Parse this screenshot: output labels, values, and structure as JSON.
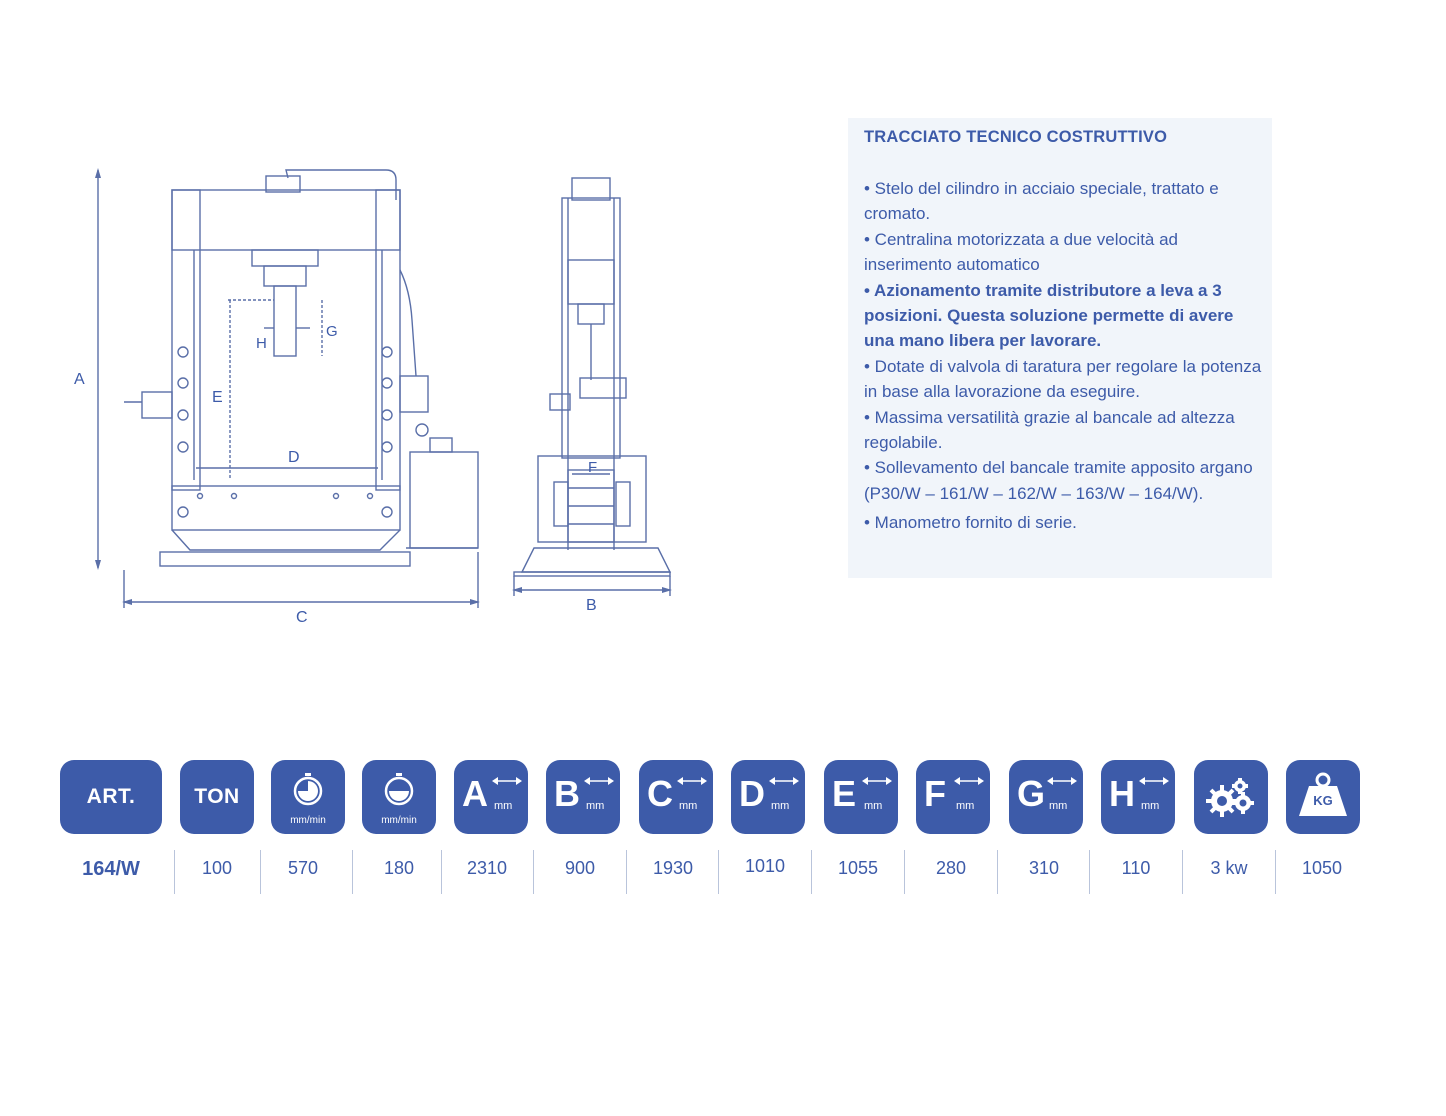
{
  "drawing": {
    "labels": {
      "A": "A",
      "B": "B",
      "C": "C",
      "D": "D",
      "E": "E",
      "F": "F",
      "G": "G",
      "H": "H"
    }
  },
  "spec": {
    "title": "TRACCIATO TECNICO COSTRUTTIVO",
    "items": [
      "• Stelo del cilindro in acciaio speciale, trattato e cromato.",
      "• Centralina motorizzata a due velocità ad inserimento automatico",
      "• Azionamento tramite distributore a leva a 3 posizioni. Questa soluzione permette di avere una mano libera per lavorare.",
      "• Dotate di valvola di taratura per regolare la potenza in base alla lavorazione da eseguire.",
      "• Massima versatilità grazie al bancale ad altezza regolabile.",
      "• Sollevamento del bancale tramite apposito argano (P30/W – 161/W – 162/W – 163/W – 164/W).",
      "• Manometro fornito di serie."
    ]
  },
  "table": {
    "headers": {
      "art": "ART.",
      "ton": "TON",
      "speed_unit": "mm/min",
      "dim_unit": "mm",
      "A": "A",
      "B": "B",
      "C": "C",
      "D": "D",
      "E": "E",
      "F": "F",
      "G": "G",
      "H": "H",
      "weight": "KG"
    },
    "icons": [
      "stopwatch-fast-icon",
      "stopwatch-slow-icon",
      "gears-icon",
      "weight-icon"
    ],
    "values": {
      "art": "164/W",
      "ton": "100",
      "speed_fast": "570",
      "speed_slow": "180",
      "A": "2310",
      "B": "900",
      "C": "1930",
      "D": "1010",
      "E": "1055",
      "F": "280",
      "G": "310",
      "H": "110",
      "power": "3 kw",
      "weight": "1050"
    }
  },
  "colors": {
    "brand": "#3d5ba9",
    "line": "#5a6fa8",
    "panel": "#f1f5fa"
  }
}
